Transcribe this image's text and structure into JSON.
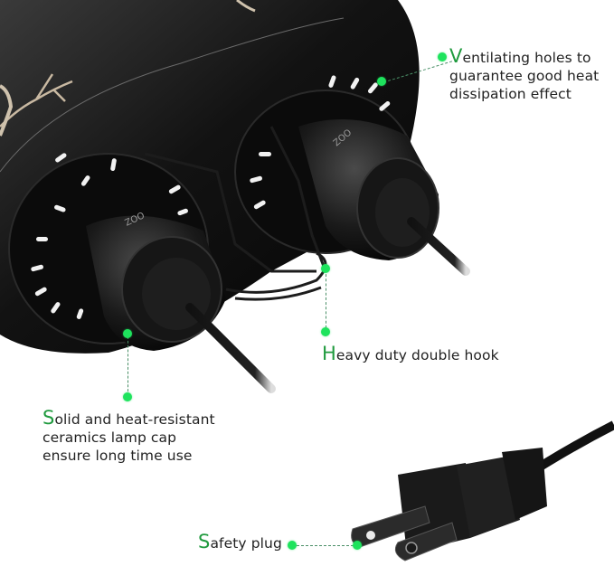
{
  "accent_color": "#1ee35d",
  "heading_cap_color": "#1f9a3e",
  "product": {
    "description": "Black double lamp fixture with ventilation holes, twin lamp caps, wire double hook and two-prong power plug",
    "brand_mark_on_caps": "ZOO"
  },
  "callouts": [
    {
      "id": "ventilating-holes",
      "cap": "V",
      "text_line1": "entilating holes to",
      "text_line2": "guarantee good heat",
      "text_line3": "dissipation effect"
    },
    {
      "id": "double-hook",
      "cap": "H",
      "text_line1": "eavy duty double hook"
    },
    {
      "id": "lamp-cap",
      "cap": "S",
      "text_line1": "olid and heat-resistant",
      "text_line2": "ceramics lamp cap",
      "text_line3": "ensure long time use"
    },
    {
      "id": "safety-plug",
      "cap": "S",
      "text_line1": "afety plug"
    }
  ]
}
